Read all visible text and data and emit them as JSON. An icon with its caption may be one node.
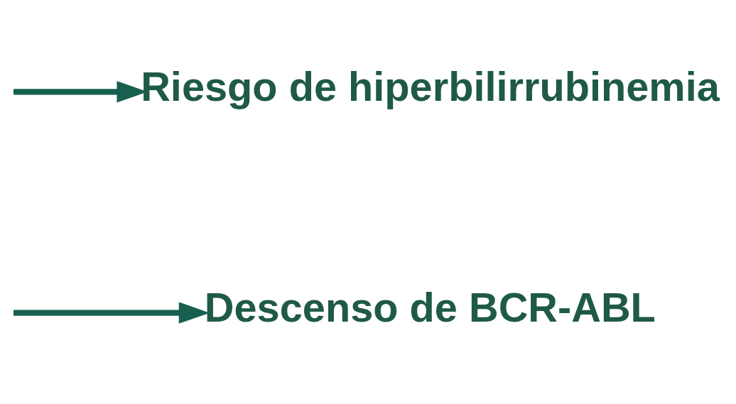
{
  "diagram": {
    "nodes": [
      {
        "text": [
          "Descenso de BCR-ABL"
        ]
      },
      {
        "text": [
          "Riesgo de hiperbilirrubinemia"
        ]
      }
    ],
    "edges": [
      {
        "from": null,
        "to": 0,
        "arrow": "to"
      },
      {
        "from": null,
        "to": 1,
        "arrow": "to"
      }
    ]
  }
}
